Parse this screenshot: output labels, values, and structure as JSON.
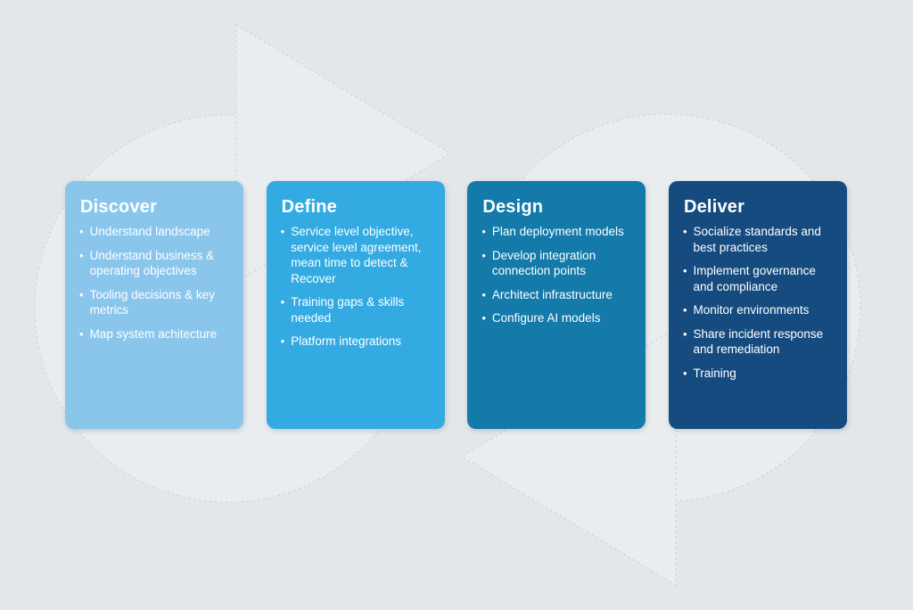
{
  "background": {
    "base_color": "#e3e7ea",
    "shape_fill_color": "#eaedef",
    "dash_stroke_color": "#accfe5"
  },
  "cards": [
    {
      "title": "Discover",
      "color": "#8ac6ec",
      "bullets": [
        "Understand landscape",
        "Understand business & operating objectives",
        "Tooling decisions & key metrics",
        "Map system achitecture"
      ]
    },
    {
      "title": "Define",
      "color": "#33abe2",
      "bullets": [
        "Service level objective, service level agreement, mean time to detect & Recover",
        "Training gaps & skills needed",
        "Platform integrations"
      ]
    },
    {
      "title": "Design",
      "color": "#147aa9",
      "bullets": [
        "Plan deployment models",
        "Develop integration connection points",
        "Architect infrastructure",
        "Configure AI models"
      ]
    },
    {
      "title": "Deliver",
      "color": "#164b80",
      "bullets": [
        "Socialize standards and best practices",
        "Implement governance and compliance",
        "Monitor environments",
        "Share incident response and remediation",
        "Training"
      ]
    }
  ]
}
